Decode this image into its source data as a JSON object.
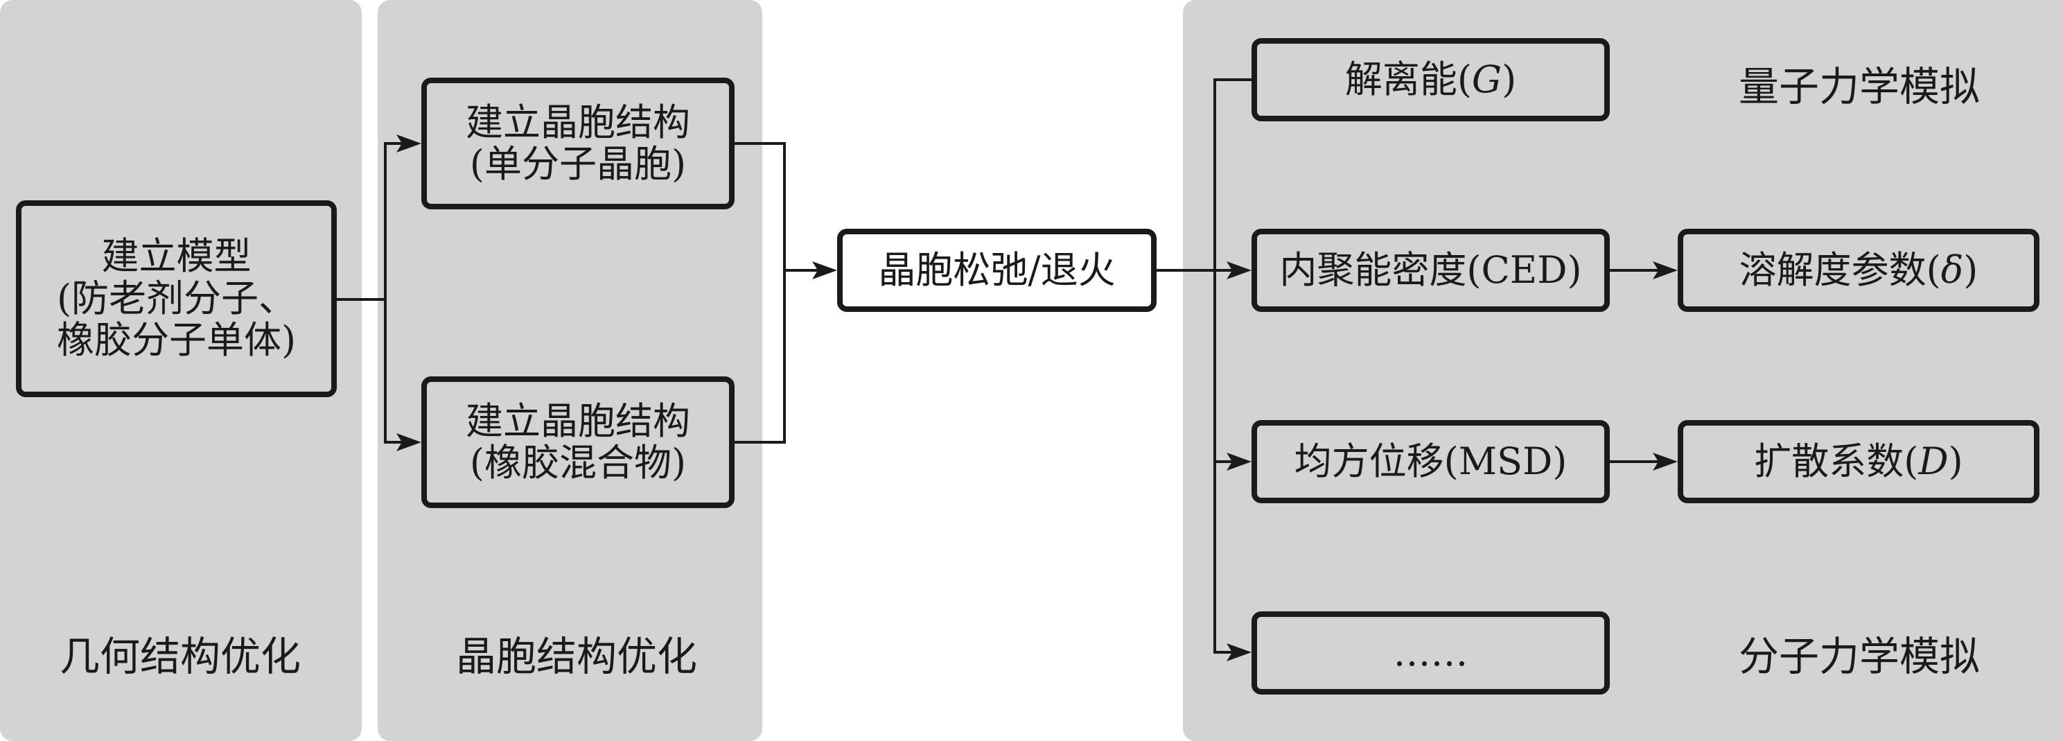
{
  "panels": {
    "geometry": {
      "label": "几何结构优化"
    },
    "cell": {
      "label": "晶胞结构优化"
    },
    "simulation": {
      "quantum_label": "量子力学模拟",
      "molecular_label": "分子力学模拟"
    }
  },
  "nodes": {
    "build_model": {
      "line1": "建立模型",
      "line2": "(防老剂分子、",
      "line3": "橡胶分子单体)"
    },
    "cell_single": {
      "line1": "建立晶胞结构",
      "line2": "(单分子晶胞)"
    },
    "cell_mixture": {
      "line1": "建立晶胞结构",
      "line2": "(橡胶混合物)"
    },
    "relax": {
      "text": "晶胞松弛/退火"
    },
    "dissociation": {
      "text": "解离能(",
      "symbol": "G",
      "close": ")"
    },
    "ced": {
      "text": "内聚能密度(CED)"
    },
    "solubility": {
      "text": "溶解度参数(",
      "symbol": "δ",
      "close": ")"
    },
    "msd": {
      "text": "均方位移(MSD)"
    },
    "diffusion": {
      "text": "扩散系数(",
      "symbol": "D",
      "close": ")"
    },
    "more": {
      "text": "……"
    }
  },
  "colors": {
    "panel": "#d4d3d4",
    "stroke": "#1a1a1a",
    "highlight_box": "#ffffff"
  }
}
